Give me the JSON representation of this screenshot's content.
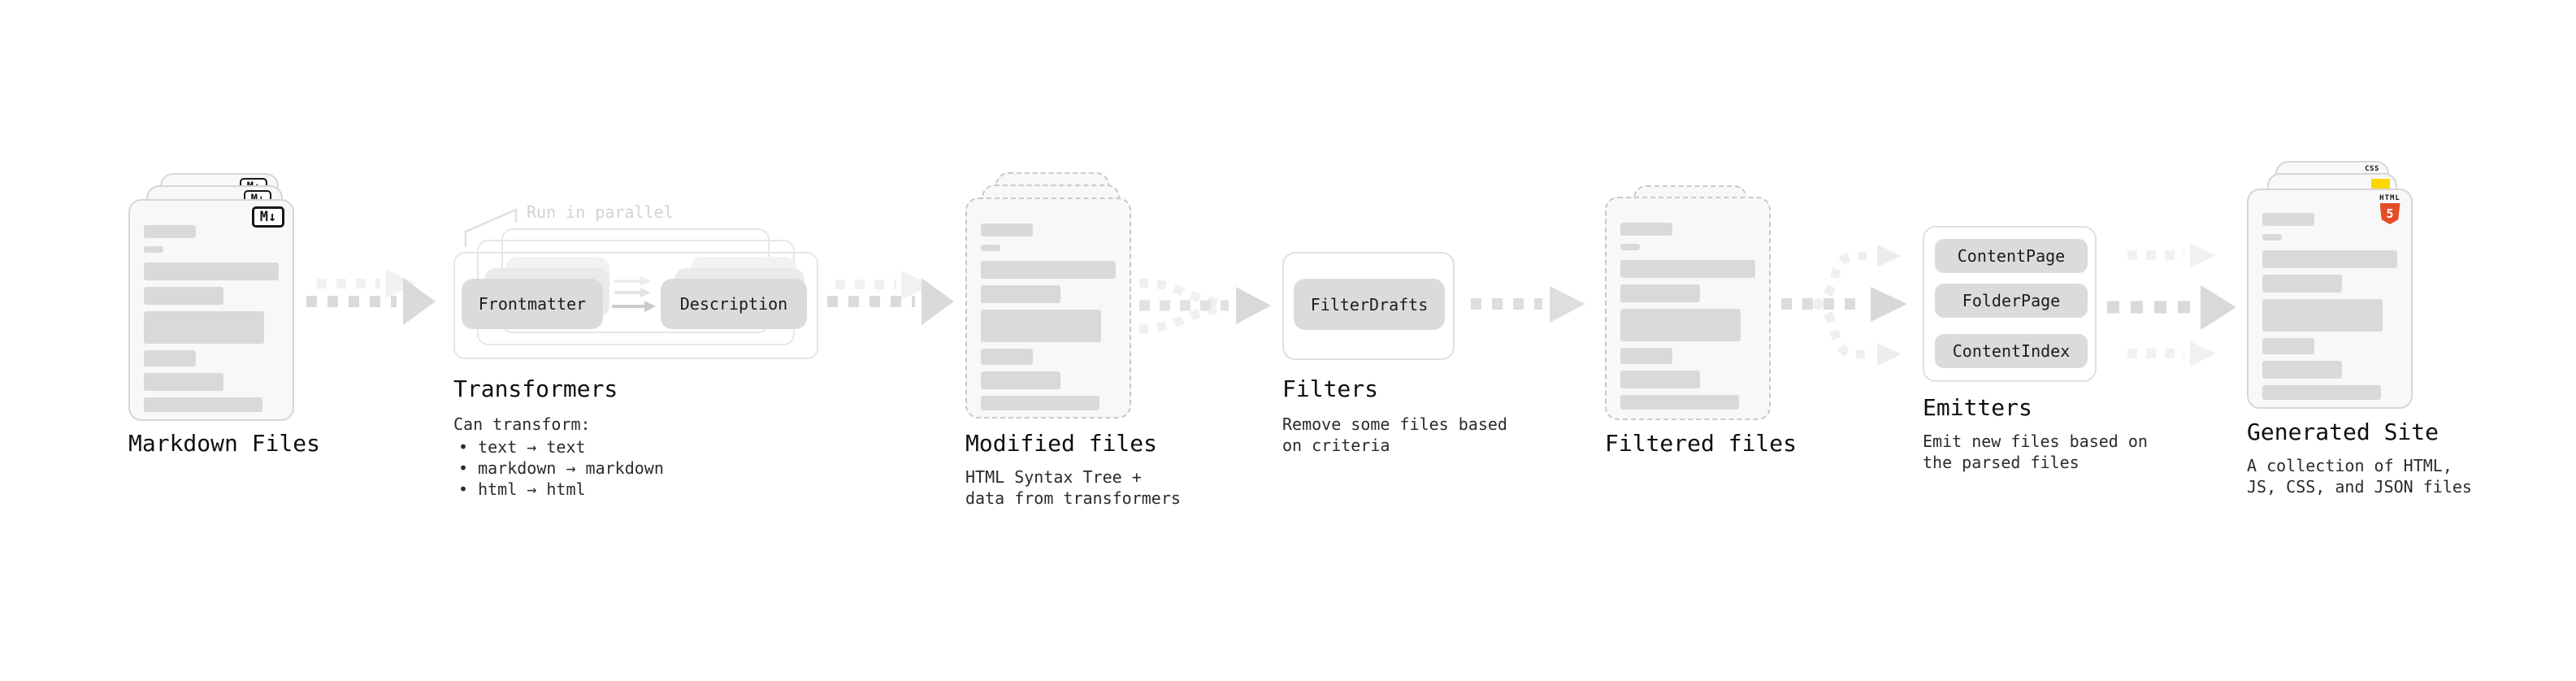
{
  "icons": {
    "markdown_badge": "M↓",
    "html5_word": "HTML",
    "html5_number": "5",
    "css_word": "CSS"
  },
  "colors": {
    "html5_orange": "#e44d26",
    "js_yellow": "#ffd800",
    "css_blue": "#2e6bf0"
  },
  "stages": {
    "markdown": {
      "title": "Markdown Files"
    },
    "transformers": {
      "title": "Transformers",
      "note": "Run in parallel",
      "pill_left": "Frontmatter",
      "pill_right": "Description",
      "intro": "Can transform:",
      "bullets": [
        "• text → text",
        "• markdown → markdown",
        "• html → html"
      ]
    },
    "modified": {
      "title": "Modified files",
      "desc": [
        "HTML Syntax Tree +",
        "data from transformers"
      ]
    },
    "filters": {
      "title": "Filters",
      "pill": "FilterDrafts",
      "desc": [
        "Remove some files based",
        "on criteria"
      ]
    },
    "filtered": {
      "title": "Filtered files"
    },
    "emitters": {
      "title": "Emitters",
      "pills": [
        "ContentPage",
        "FolderPage",
        "ContentIndex"
      ],
      "desc": [
        "Emit new files based on",
        "the parsed files"
      ]
    },
    "generated": {
      "title": "Generated Site",
      "desc": [
        "A collection of HTML,",
        "JS, CSS, and JSON files"
      ]
    }
  }
}
